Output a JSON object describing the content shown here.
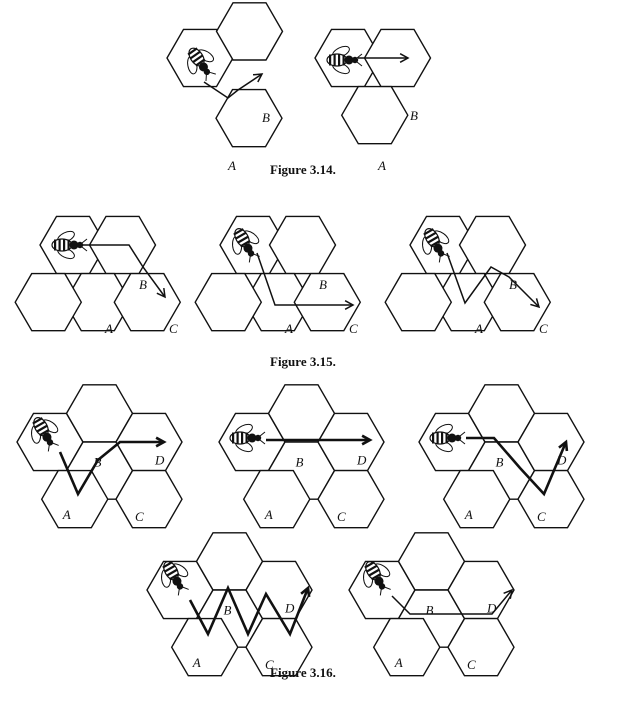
{
  "captions": {
    "fig314": "Figure 3.14.",
    "fig315": "Figure 3.15.",
    "fig316": "Figure 3.16."
  },
  "cell_labels": {
    "a": "A",
    "b": "B",
    "c": "C",
    "d": "D"
  },
  "icons": {
    "bee": "bee-icon",
    "arrow": "arrow-icon"
  }
}
